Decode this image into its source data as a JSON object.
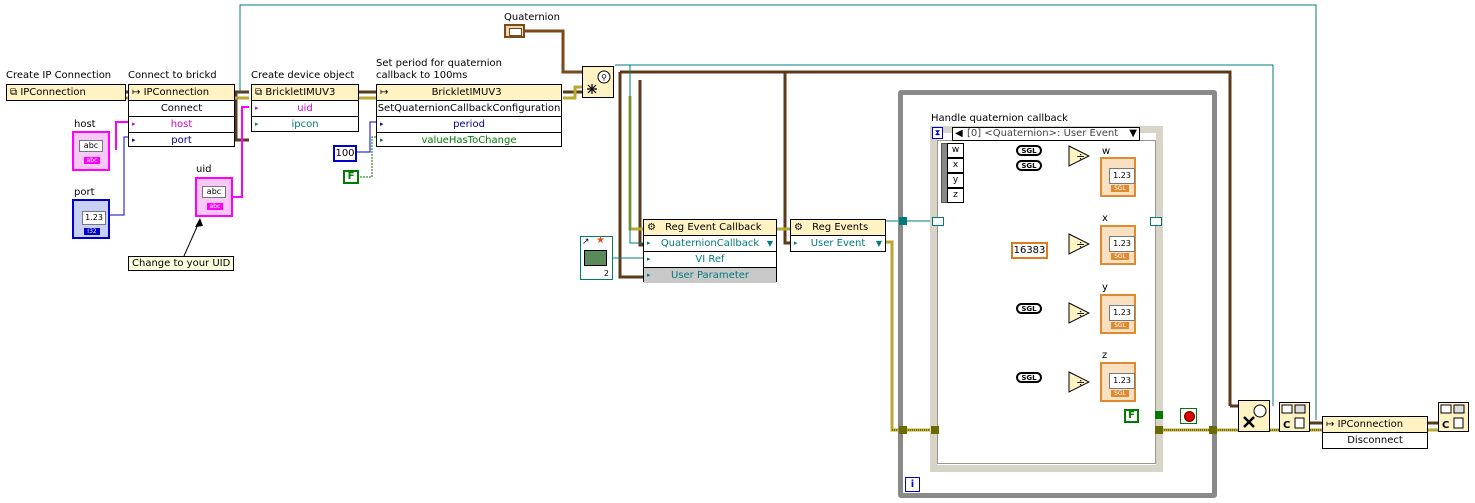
{
  "labels": {
    "create_ip_connection": "Create IP Connection",
    "connect_to_brickd": "Connect to brickd",
    "create_device_object": "Create device object",
    "set_period": "Set period for quaternion\ncallback to 100ms",
    "quaternion": "Quaternion",
    "host": "host",
    "port": "port",
    "uid": "uid",
    "handle_quaternion_callback": "Handle quaternion callback",
    "tooltip": "Change to your UID"
  },
  "nodes": {
    "ipconn_ctor": "IPConnection",
    "connect": {
      "class": "IPConnection",
      "method": "Connect",
      "params": [
        "host",
        "port"
      ]
    },
    "imu_ctor": {
      "class": "BrickletIMUV3",
      "params": [
        "uid",
        "ipcon"
      ]
    },
    "set_config": {
      "class": "BrickletIMUV3",
      "method": "SetQuaternionCallbackConfiguration",
      "params": [
        "period",
        "valueHasToChange"
      ]
    },
    "reg_event_callback": {
      "title": "Reg Event Callback",
      "event": "QuaternionCallback",
      "params": [
        "VI Ref",
        "User Parameter"
      ]
    },
    "reg_events": {
      "title": "Reg Events",
      "event": "User Event"
    },
    "event_case": "[0] <Quaternion>: User Event",
    "cluster_fields": [
      "w",
      "x",
      "y",
      "z"
    ],
    "disconnect": {
      "class": "IPConnection",
      "method": "Disconnect"
    }
  },
  "constants": {
    "period": "100",
    "value_has_to_change": "F",
    "divisor": "16383",
    "stop": "F"
  },
  "indicators": {
    "w": "w",
    "x": "x",
    "y": "y",
    "z": "z",
    "value": "1.23",
    "type_tag": "SGL"
  },
  "controls": {
    "abc_value": "abc",
    "abc_tag": "abc",
    "num_value": "1.23",
    "num_tag": "I32",
    "sgl": "SGL",
    "vi_count": "2",
    "loop_index": "i"
  },
  "colors": {
    "refnum_wire": "#5a3a1a",
    "string_wire": "#ff00ff",
    "int_wire": "#0000cc",
    "bool_wire": "#007a00",
    "float_wire": "#e07a20",
    "event_wire": "#007b7b",
    "error_wire": "#d4c070",
    "node_header": "#fff3c4"
  }
}
